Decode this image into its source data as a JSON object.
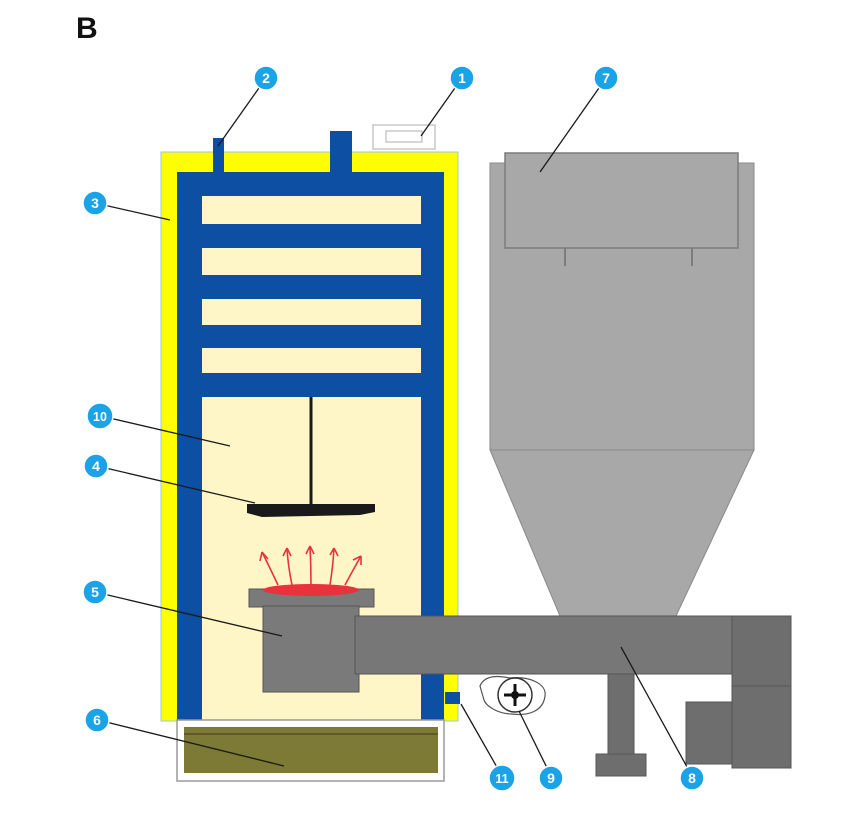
{
  "panel_label": "B",
  "callouts": [
    {
      "id": "c1",
      "text": "1"
    },
    {
      "id": "c2",
      "text": "2"
    },
    {
      "id": "c3",
      "text": "3"
    },
    {
      "id": "c4",
      "text": "4"
    },
    {
      "id": "c5",
      "text": "5"
    },
    {
      "id": "c6",
      "text": "6"
    },
    {
      "id": "c7",
      "text": "7"
    },
    {
      "id": "c8",
      "text": "8"
    },
    {
      "id": "c9",
      "text": "9"
    },
    {
      "id": "c10",
      "text": "10"
    },
    {
      "id": "c11",
      "text": "11"
    }
  ],
  "colors": {
    "callout_fill": "#1aa3e6",
    "insulation": "#ffff00",
    "water_jacket": "#0d4fa3",
    "chamber": "#fff6c8",
    "burner": "#7a7a7a",
    "hopper": "#a8a8a8",
    "ash_tray": "#7d7a35",
    "flame": "#e8323c"
  }
}
